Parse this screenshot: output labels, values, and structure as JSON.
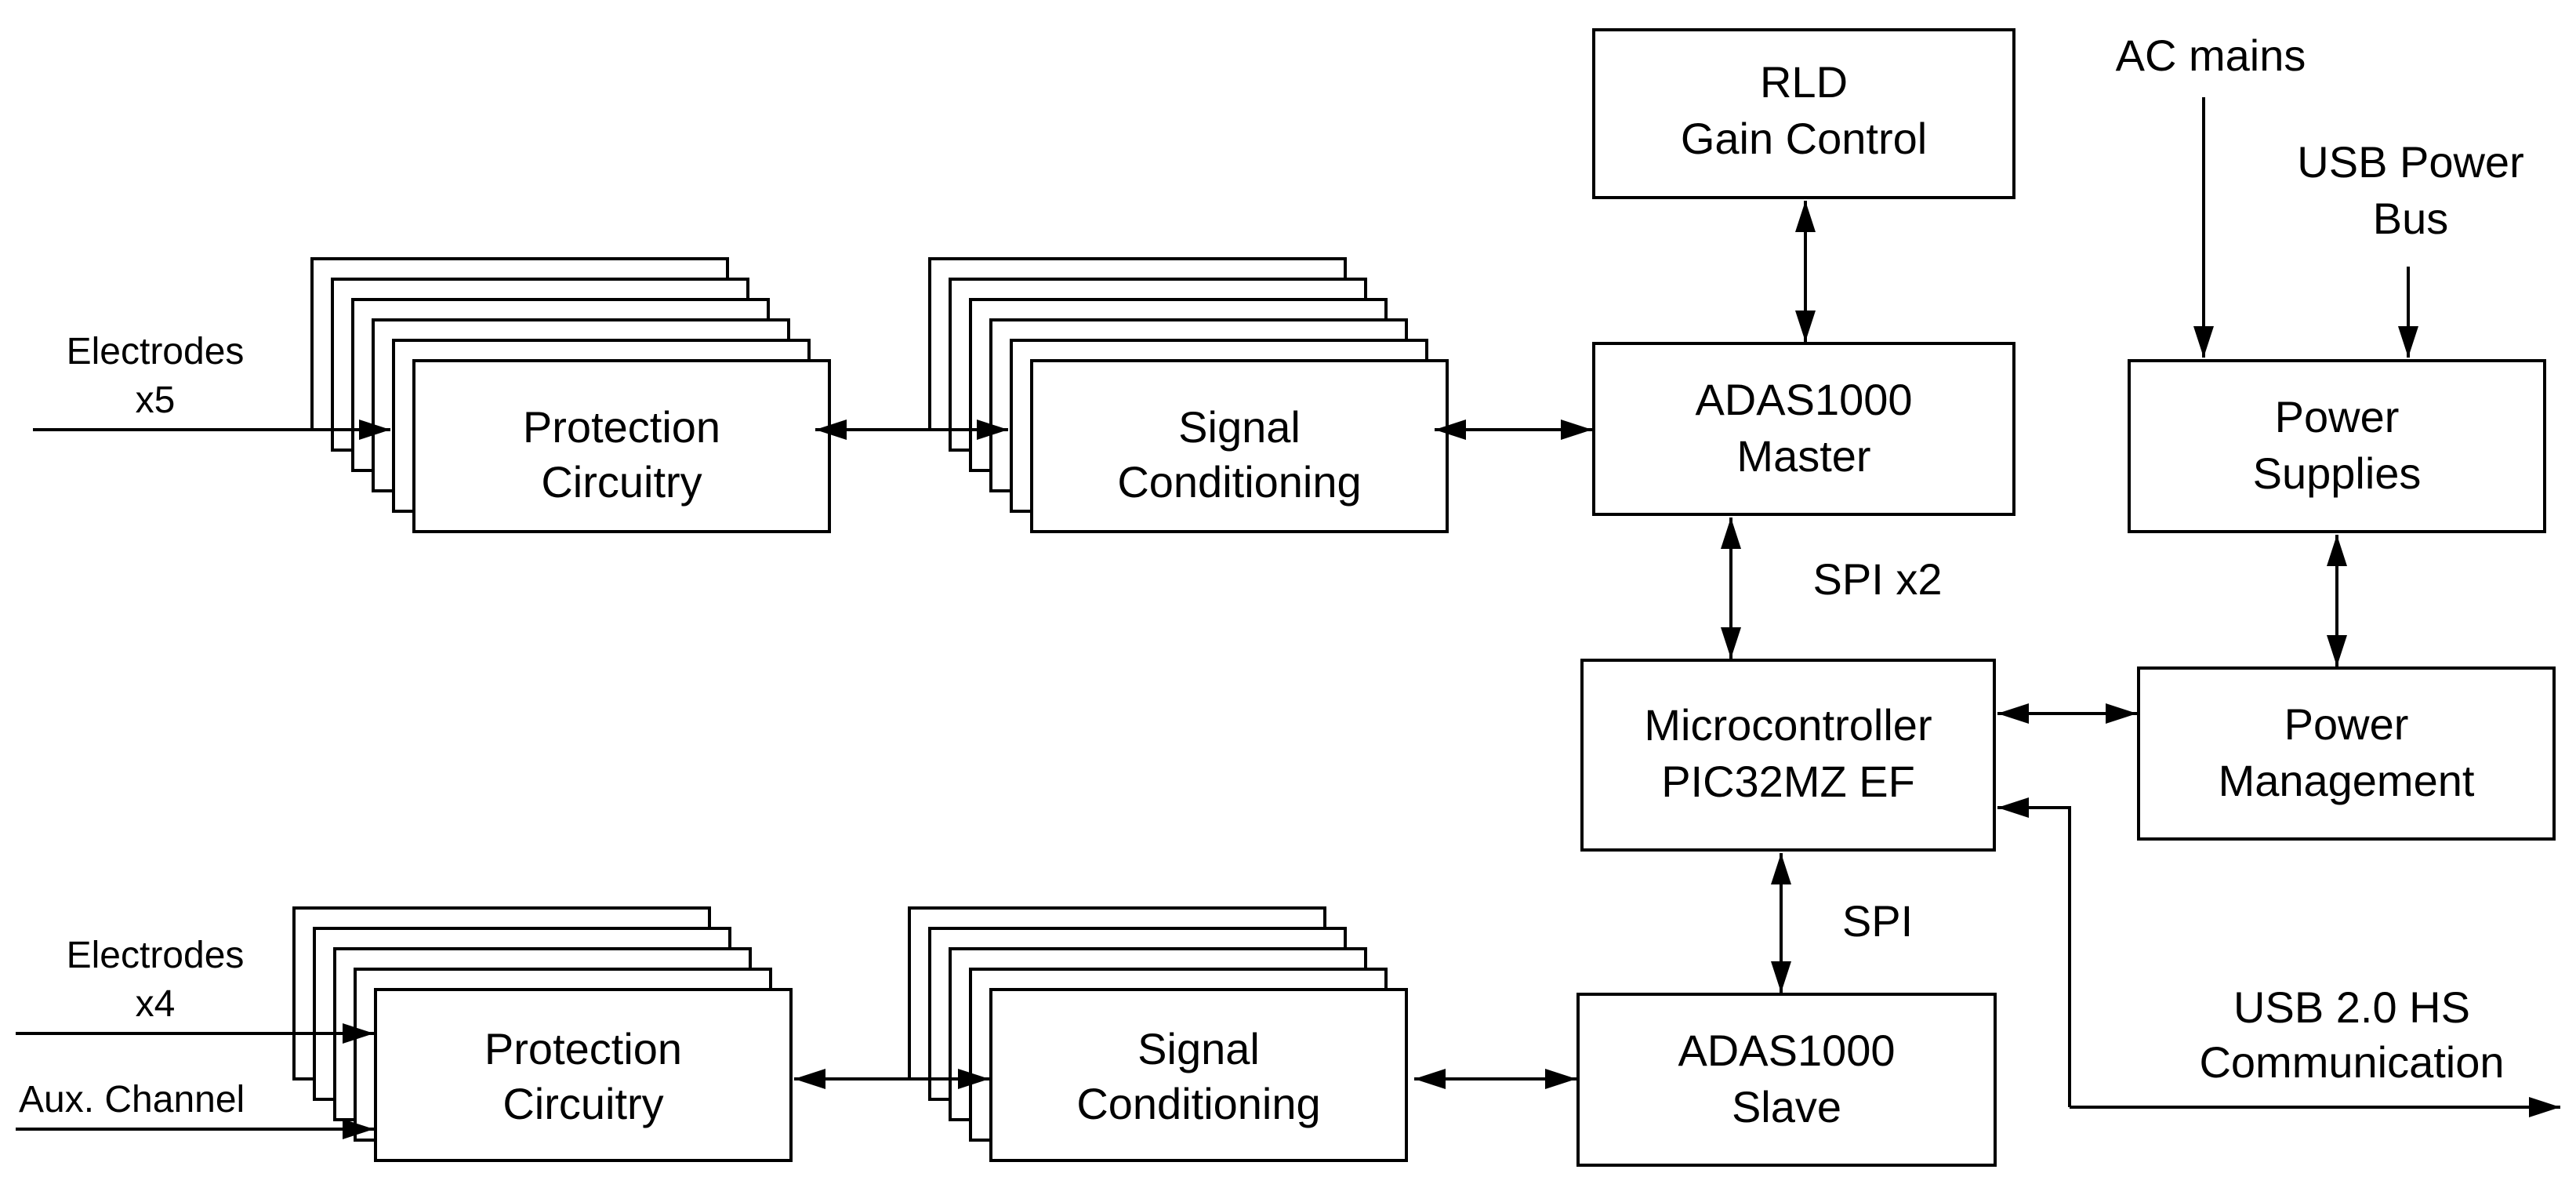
{
  "blocks": {
    "rld": {
      "line1": "RLD",
      "line2": "Gain Control"
    },
    "adas_master": {
      "line1": "ADAS1000",
      "line2": "Master"
    },
    "adas_slave": {
      "line1": "ADAS1000",
      "line2": "Slave"
    },
    "mcu": {
      "line1": "Microcontroller",
      "line2": "PIC32MZ EF"
    },
    "power_supplies": {
      "line1": "Power",
      "line2": "Supplies"
    },
    "power_mgmt": {
      "line1": "Power",
      "line2": "Management"
    },
    "prot_top": {
      "line1": "Protection",
      "line2": "Circuitry"
    },
    "sig_top": {
      "line1": "Signal",
      "line2": "Conditioning"
    },
    "prot_bottom": {
      "line1": "Protection",
      "line2": "Circuitry"
    },
    "sig_bottom": {
      "line1": "Signal",
      "line2": "Conditioning"
    }
  },
  "labels": {
    "electrodes_top": {
      "line1": "Electrodes",
      "line2": "x5"
    },
    "electrodes_bottom": {
      "line1": "Electrodes",
      "line2": "x4"
    },
    "aux_channel": "Aux. Channel",
    "ac_mains": "AC mains",
    "usb_power": {
      "line1": "USB Power",
      "line2": "Bus"
    },
    "spi_x2": "SPI x2",
    "spi": "SPI",
    "usb_comm": {
      "line1": "USB 2.0 HS",
      "line2": "Communication"
    }
  }
}
